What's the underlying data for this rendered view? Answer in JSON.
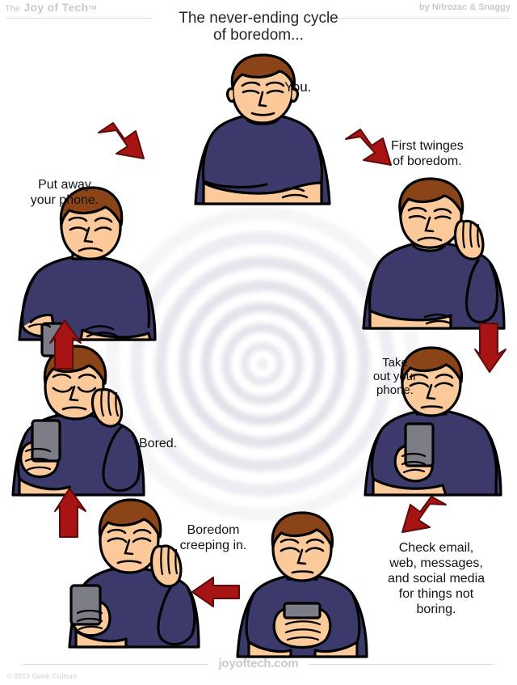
{
  "header": {
    "brand_the": "The",
    "brand_name": "Joy of Tech",
    "brand_tm": "TM",
    "byline": "by Nitrozac & Snaggy"
  },
  "title": "The never-ending cycle\nof boredom...",
  "footer": {
    "url": "joyoftech.com",
    "copyright": "© 2015 Geek Culture"
  },
  "colors": {
    "skin": "#fbc99a",
    "skin_shadow": "#f0b184",
    "hair": "#8a4418",
    "hair_dark": "#6d3511",
    "shirt": "#3b3a6b",
    "shirt_dark": "#2e2d58",
    "phone": "#7d7d87",
    "phone_light": "#9a9aa4",
    "arrow": "#a81414",
    "arrow_dark": "#7d0d0d",
    "outline": "#000000",
    "spiral": "#9a9ab5",
    "text": "#131313",
    "brand_gray": "#c9c9c9"
  },
  "cycle": {
    "steps": [
      {
        "id": "you",
        "caption": "You.",
        "pose": "neutral-arms-crossed"
      },
      {
        "id": "first",
        "caption": "First twinges\nof boredom.",
        "pose": "head-on-hand"
      },
      {
        "id": "take",
        "caption": "Take\nout your\nphone.",
        "pose": "holding-phone-up"
      },
      {
        "id": "check",
        "caption": "Check email,\nweb, messages,\nand social media\nfor things not\nboring.",
        "pose": "both-hands-phone"
      },
      {
        "id": "creep",
        "caption": "Boredom\ncreeping in.",
        "pose": "phone-head-on-hand"
      },
      {
        "id": "bored",
        "caption": "Bored.",
        "pose": "eyes-closed-phone"
      },
      {
        "id": "put",
        "caption": "Put away\nyour phone.",
        "pose": "phone-lowered"
      }
    ],
    "arrows": [
      {
        "id": "arrow-you-to-first",
        "direction": "down-right"
      },
      {
        "id": "arrow-first-to-take",
        "direction": "down"
      },
      {
        "id": "arrow-take-to-check",
        "direction": "down-left"
      },
      {
        "id": "arrow-check-to-creep",
        "direction": "left"
      },
      {
        "id": "arrow-creep-to-bored",
        "direction": "up"
      },
      {
        "id": "arrow-bored-to-put",
        "direction": "up"
      },
      {
        "id": "arrow-put-to-you",
        "direction": "up-right"
      }
    ]
  }
}
